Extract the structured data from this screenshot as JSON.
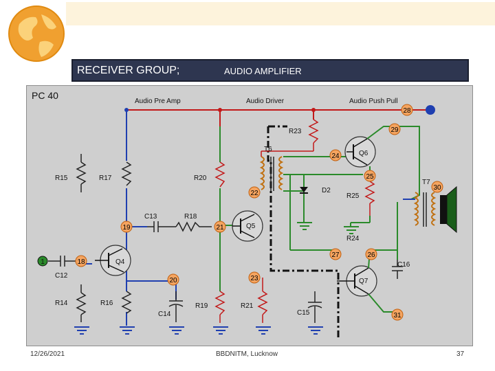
{
  "header": {
    "title_left": "RECEIVER GROUP;",
    "title_right": "AUDIO AMPLIFIER"
  },
  "panel": {
    "label": "PC 40",
    "sections": [
      "Audio Pre Amp",
      "Audio Driver",
      "Audio Push Pull"
    ]
  },
  "components": {
    "resistors": [
      "R15",
      "R17",
      "R20",
      "R18",
      "R14",
      "R16",
      "R19",
      "R21",
      "R23",
      "R25",
      "R24"
    ],
    "capacitors": [
      "C13",
      "C12",
      "C14",
      "C15",
      "C16"
    ],
    "transistors": [
      "Q4",
      "Q5",
      "Q6",
      "Q7"
    ],
    "transformers": [
      "T6",
      "T7"
    ],
    "diodes": [
      "D2"
    ]
  },
  "test_points": [
    "28",
    "29",
    "24",
    "25",
    "22",
    "30",
    "19",
    "21",
    "18",
    "27",
    "26",
    "20",
    "23",
    "31",
    "1"
  ],
  "footer": {
    "date": "12/26/2021",
    "institution": "BBDNITM, Lucknow",
    "page": "37"
  },
  "colors": {
    "header_bg": "#2e3650",
    "panel_bg": "#cfcfcf",
    "wire_blue": "#1f3fb0",
    "wire_green": "#2a8a2a",
    "wire_red": "#c21818",
    "test_point_fill": "#f4a460"
  }
}
